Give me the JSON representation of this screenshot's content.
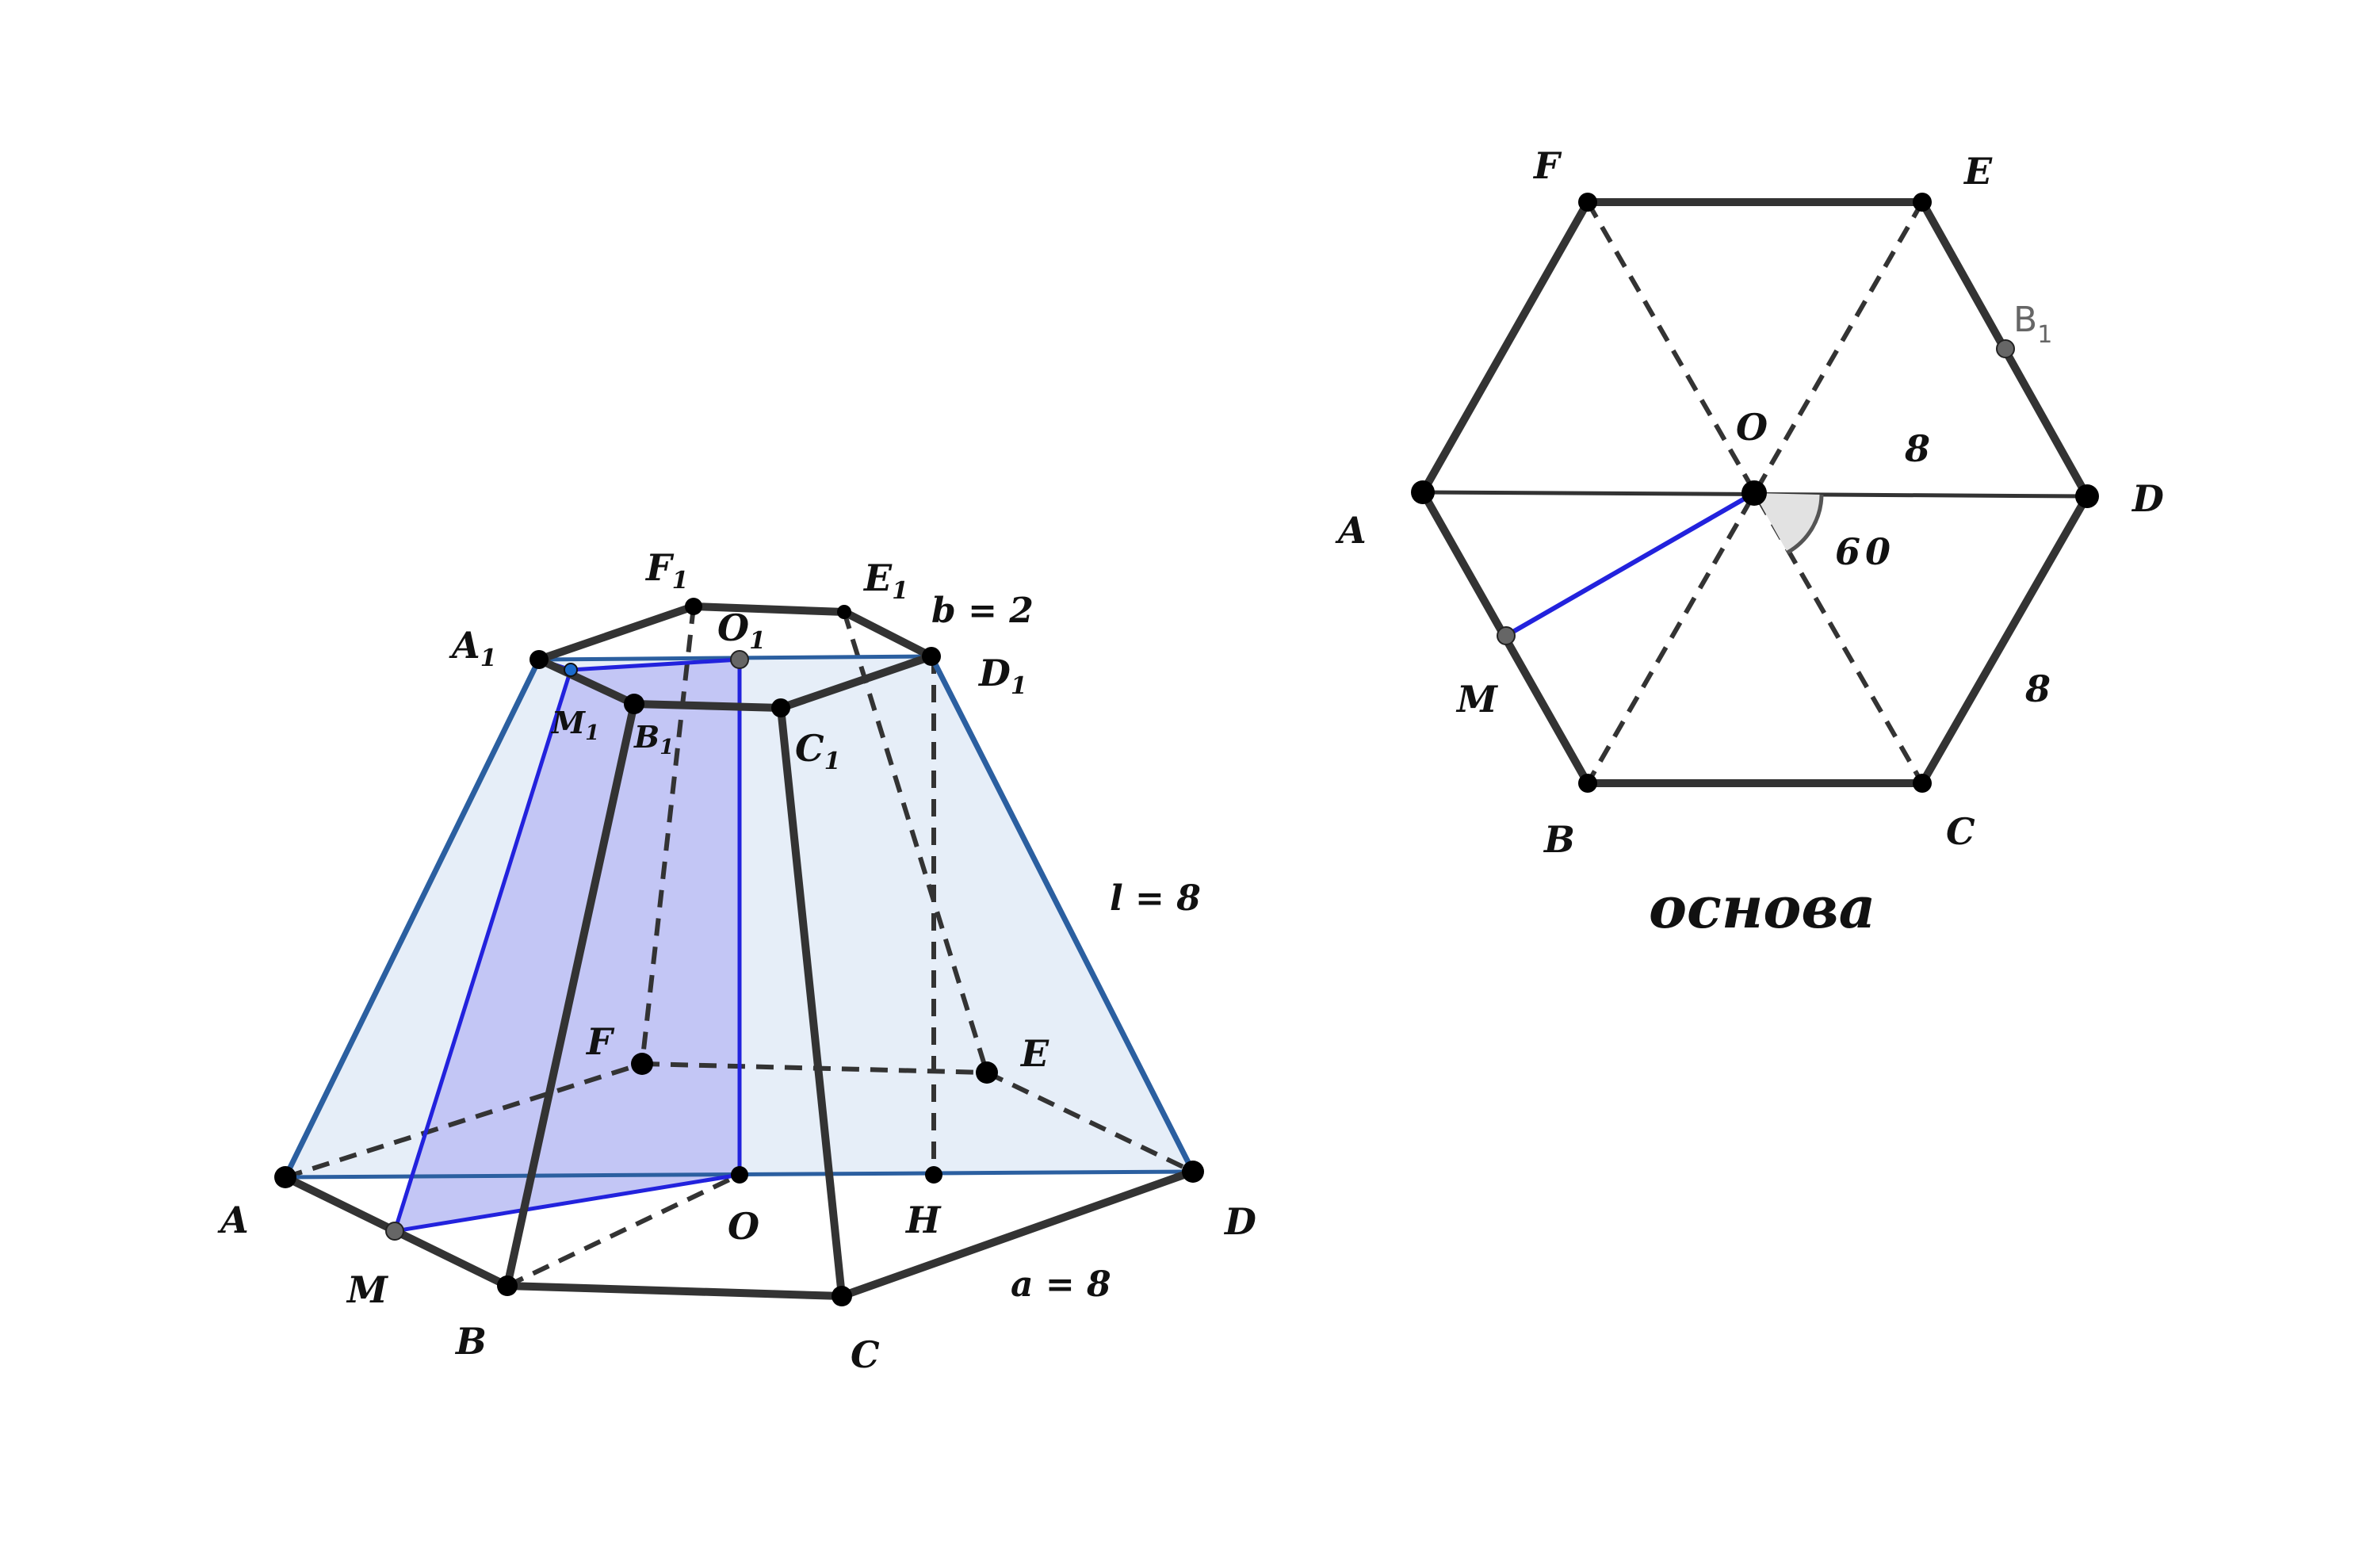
{
  "frustum": {
    "labels": {
      "A": "A",
      "B": "B",
      "C": "C",
      "D": "D",
      "E": "E",
      "F": "F",
      "A1": "A",
      "B1": "B",
      "C1": "C",
      "D1": "D",
      "E1": "E",
      "F1": "F",
      "O": "O",
      "O1": "O",
      "M": "M",
      "M1": "M",
      "H": "H",
      "sub": "1"
    },
    "params": {
      "b": "b = 2",
      "l": "l = 8",
      "a": "a = 8"
    }
  },
  "base": {
    "labels": {
      "A": "A",
      "B": "B",
      "C": "C",
      "D": "D",
      "E": "E",
      "F": "F",
      "O": "O",
      "M": "M",
      "B1": "B",
      "B1_sub": "1"
    },
    "side_label_1": "8",
    "side_label_2": "8",
    "angle_label": "60",
    "caption": "основа"
  },
  "colors": {
    "edge": "#333333",
    "face_light": "#e6eef8",
    "face_cut": "#c3c6f5",
    "cut_edge": "#2222dd",
    "blue_edge": "#2b5fa0",
    "point": "#000000",
    "point_gray": "#666666"
  }
}
